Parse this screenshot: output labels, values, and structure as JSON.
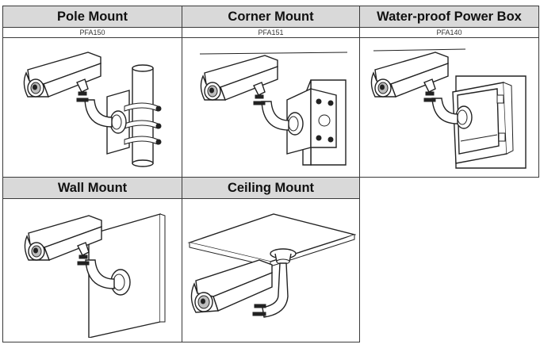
{
  "products": [
    {
      "title": "Pole Mount",
      "model": "PFA150",
      "image": "pole-mount-illustration"
    },
    {
      "title": "Corner Mount",
      "model": "PFA151",
      "image": "corner-mount-illustration"
    },
    {
      "title": "Water-proof Power Box",
      "model": "PFA140",
      "image": "power-box-illustration"
    },
    {
      "title": "Wall Mount",
      "model": "",
      "image": "wall-mount-illustration"
    },
    {
      "title": "Ceiling Mount",
      "model": "",
      "image": "ceiling-mount-illustration"
    }
  ]
}
